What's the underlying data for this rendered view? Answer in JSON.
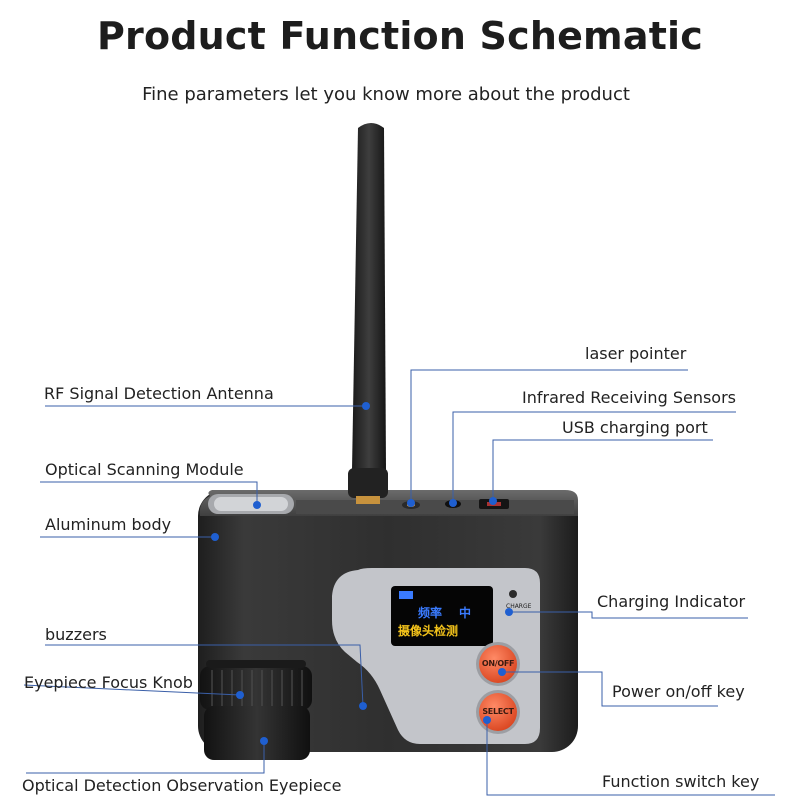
{
  "header": {
    "title": "Product Function Schematic",
    "subtitle": "Fine parameters let you know more about the product"
  },
  "labels": {
    "laser_pointer": "laser pointer",
    "rf_antenna": "RF Signal Detection Antenna",
    "infrared_sensors": "Infrared Receiving Sensors",
    "usb_port": "USB charging port",
    "optical_scanning": "Optical Scanning Module",
    "aluminum_body": "Aluminum body",
    "charging_indicator": "Charging Indicator",
    "buzzers": "buzzers",
    "eyepiece_focus": "Eyepiece Focus Knob",
    "power_key": "Power on/off key",
    "observation_eyepiece": "Optical Detection Observation Eyepiece",
    "function_key": "Function switch key"
  },
  "device": {
    "screen_line1_left": "频率",
    "screen_line1_right": "中",
    "screen_line2": "摄像头检测",
    "charge_text": "CHARGE",
    "onoff_button": "ON/OFF",
    "select_button": "SELECT"
  },
  "colors": {
    "leader_line": "#3a5fa8",
    "dot": "#1f5fd0",
    "body": "#2b2b2b",
    "panel": "#c4c6cb",
    "button": "#e85a33",
    "screen_blue": "#3a7bff",
    "screen_yellow": "#f2c21a"
  }
}
